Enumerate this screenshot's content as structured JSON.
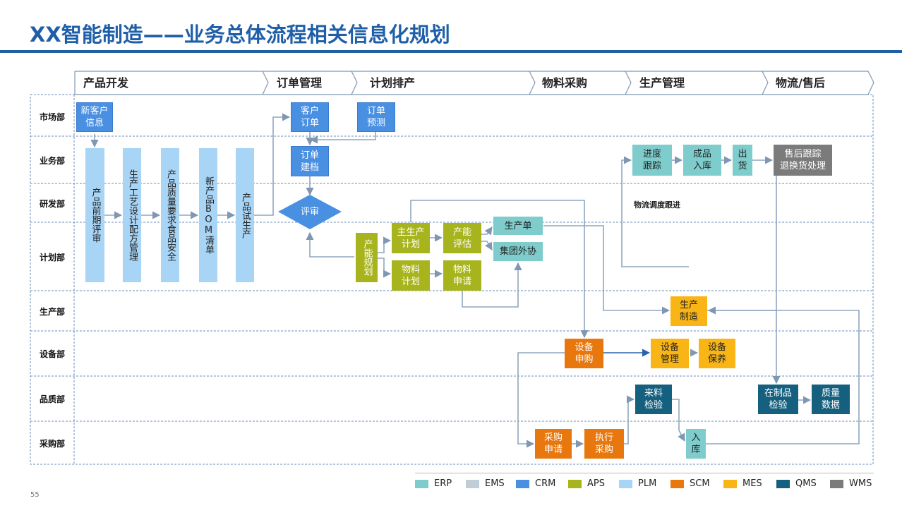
{
  "title": "XX智能制造——业务总体流程相关信息化规划",
  "phases": [
    "产品开发",
    "订单管理",
    "计划排产",
    "物料采购",
    "生产管理",
    "物流/售后"
  ],
  "departments": [
    "市场部",
    "业务部",
    "研发部",
    "计划部",
    "生产部",
    "设备部",
    "品质部",
    "采购部"
  ],
  "boxes": {
    "new_customer_info": "新客户\n信息",
    "product_pre_review": "产品前期评审",
    "process_design": "生产工艺设计配方管理",
    "quality_safety": "产品质量要求食品安全",
    "new_bom": "新产品BOM清单",
    "trial_production": "产品试生产",
    "customer_order": "客户\n订单",
    "order_forecast": "订单\n预测",
    "order_filing": "订单\n建档",
    "review": "评审",
    "capacity_planning": "产能规划",
    "master_plan": "主生产\n计划",
    "capacity_eval": "产能\n评估",
    "production_order": "生产单",
    "group_outsource": "集团外协",
    "material_plan": "物料\n计划",
    "material_request": "物料\n申请",
    "progress_tracking": "进度\n跟踪",
    "finished_storage": "成品\n入库",
    "shipping": "出\n货",
    "after_sales": "售后跟踪\n退换货处理",
    "manufacturing": "生产\n制造",
    "equipment_request": "设备\n申购",
    "equipment_mgmt": "设备\n管理",
    "equipment_maint": "设备\n保养",
    "incoming_inspection": "来料\n检验",
    "wip_inspection": "在制品\n检验",
    "quality_data": "质量\n数据",
    "purchase_request": "采购\n申请",
    "execute_purchase": "执行\n采购",
    "warehousing": "入\n库"
  },
  "note": "物流调度跟进",
  "legend": [
    {
      "label": "ERP",
      "color": "#7fcccc"
    },
    {
      "label": "EMS",
      "color": "#c0cdd6"
    },
    {
      "label": "CRM",
      "color": "#4a90e2"
    },
    {
      "label": "APS",
      "color": "#a8b41e"
    },
    {
      "label": "PLM",
      "color": "#a8d4f5"
    },
    {
      "label": "SCM",
      "color": "#e8770e"
    },
    {
      "label": "MES",
      "color": "#f9b515"
    },
    {
      "label": "QMS",
      "color": "#15607e"
    },
    {
      "label": "WMS",
      "color": "#7b7b7b"
    }
  ],
  "page_number": "55"
}
